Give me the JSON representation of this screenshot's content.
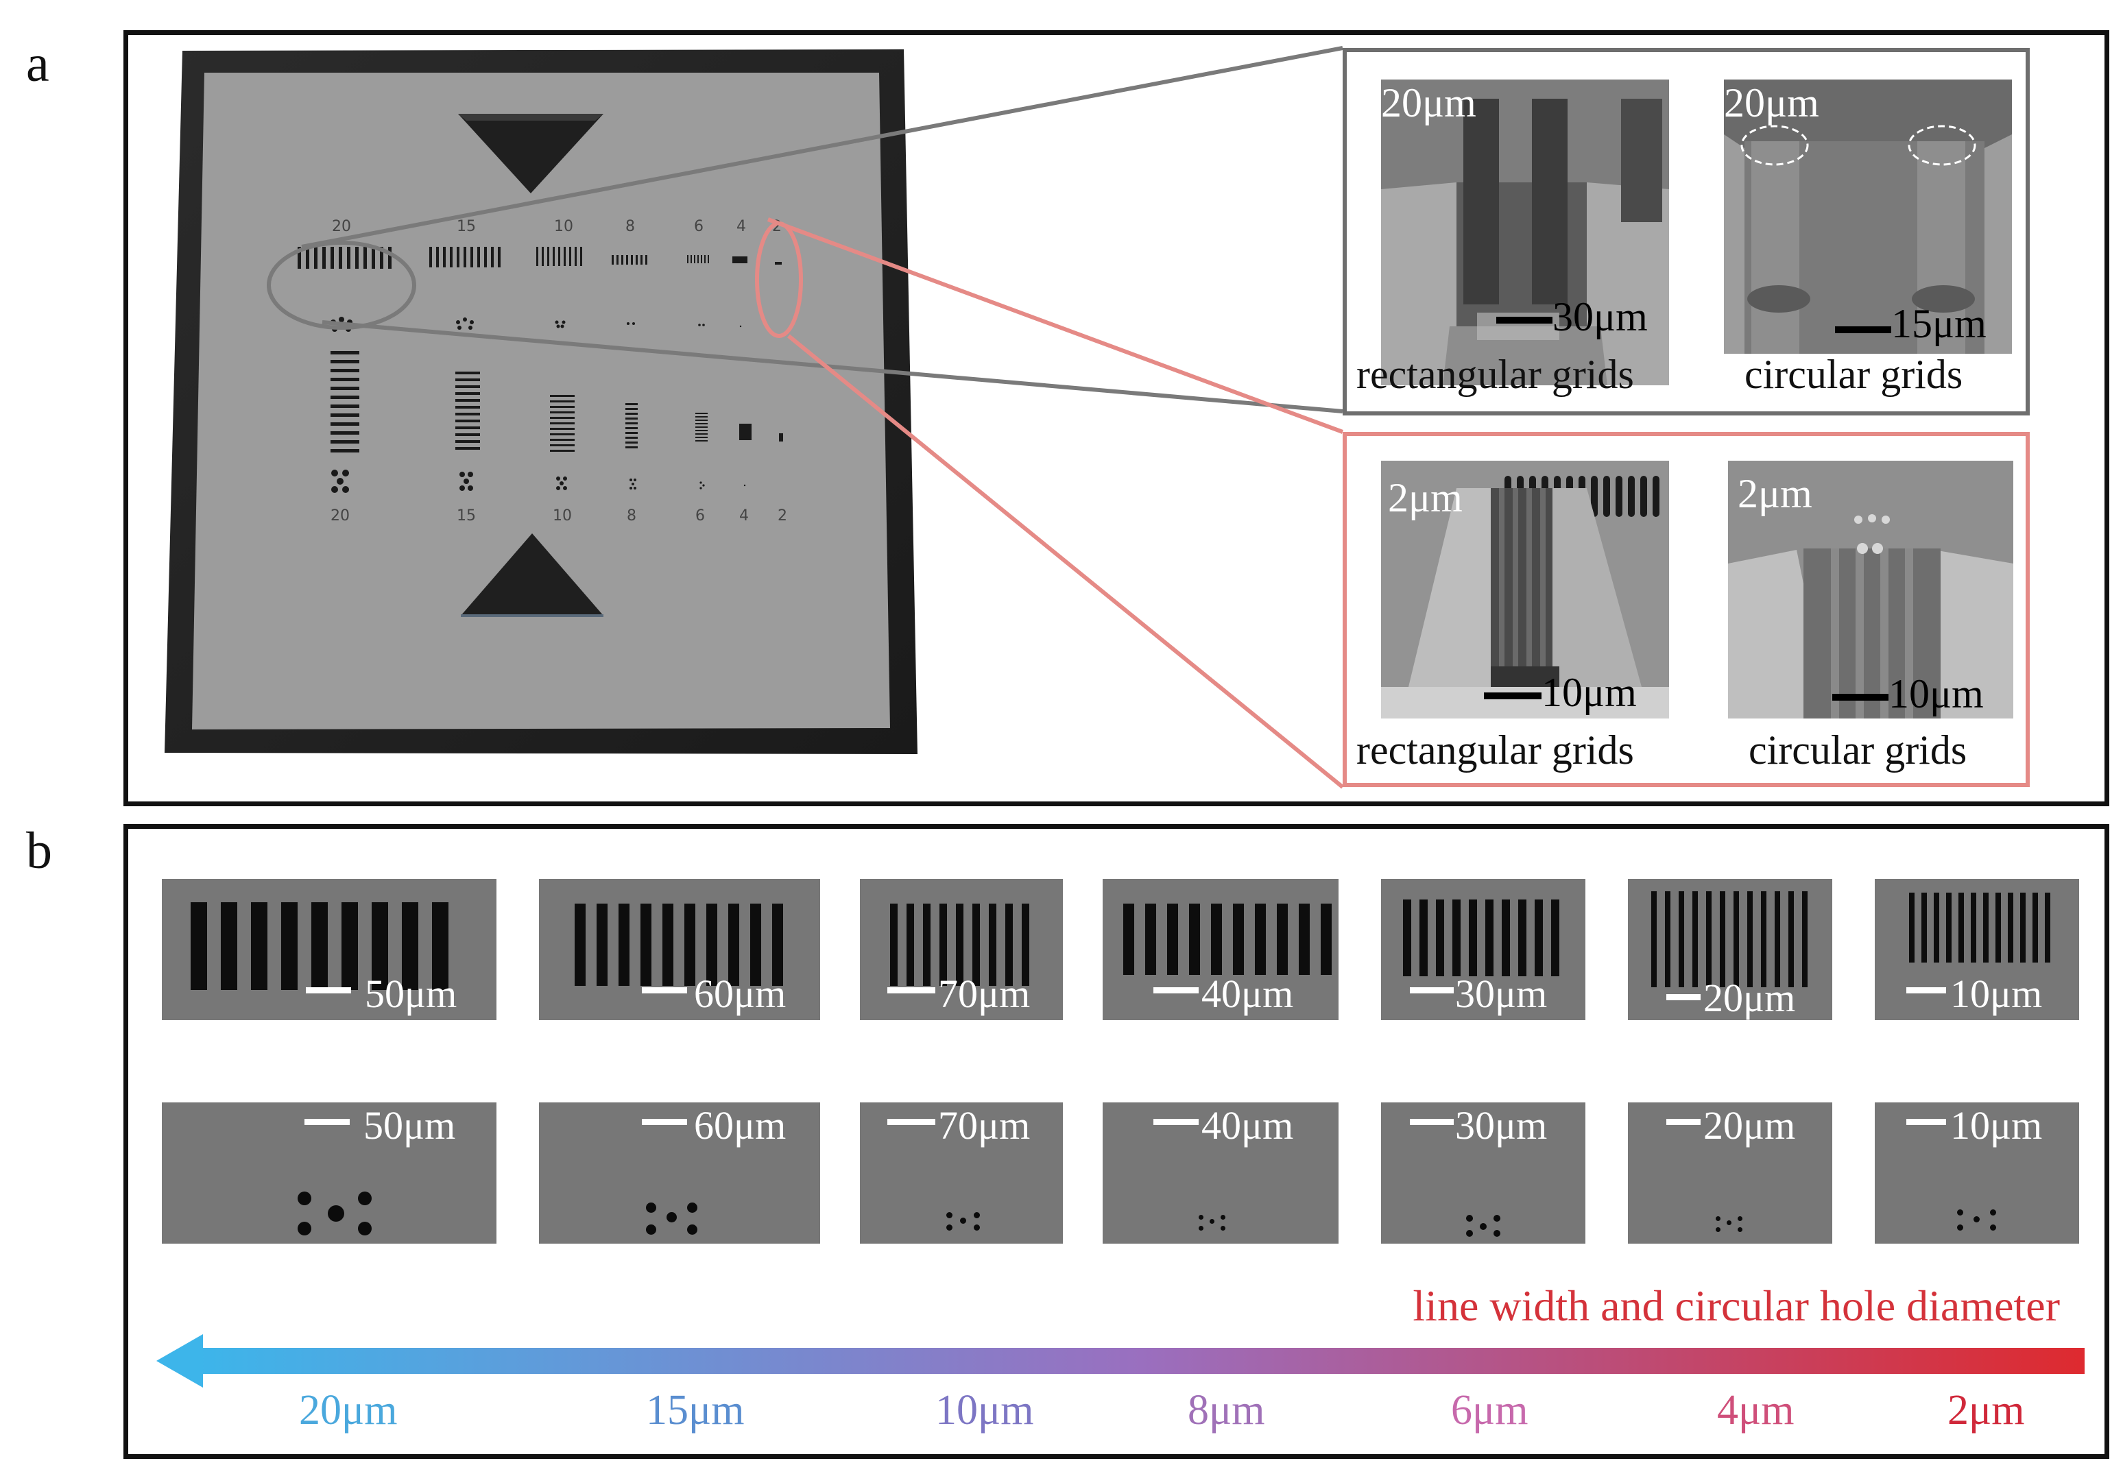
{
  "panel_a": {
    "letter": "a",
    "chip_top_numbers": [
      "20",
      "15",
      "10",
      "8",
      "6",
      "4",
      "2"
    ],
    "chip_bottom_numbers": [
      "20",
      "15",
      "10",
      "8",
      "6",
      "4",
      "2"
    ],
    "gray_inset": {
      "left": {
        "size_label": "20μm",
        "scale_label": "30μm",
        "caption": "rectangular grids"
      },
      "right": {
        "size_label": "20μm",
        "scale_label": "15μm",
        "caption": "circular grids"
      }
    },
    "red_inset": {
      "left": {
        "size_label": "2μm",
        "scale_label": "10μm",
        "caption": "rectangular grids"
      },
      "right": {
        "size_label": "2μm",
        "scale_label": "10μm",
        "caption": "circular grids"
      }
    },
    "colors": {
      "gray_frame": "#6e6e6e",
      "red_frame": "#e58a86"
    }
  },
  "panel_b": {
    "letter": "b",
    "line_cards": [
      {
        "scale": "50μm"
      },
      {
        "scale": "60μm"
      },
      {
        "scale": "70μm"
      },
      {
        "scale": "40μm"
      },
      {
        "scale": "30μm"
      },
      {
        "scale": "20μm"
      },
      {
        "scale": "10μm"
      }
    ],
    "hole_cards": [
      {
        "scale": "50μm"
      },
      {
        "scale": "60μm"
      },
      {
        "scale": "70μm"
      },
      {
        "scale": "40μm"
      },
      {
        "scale": "30μm"
      },
      {
        "scale": "20μm"
      },
      {
        "scale": "10μm"
      }
    ],
    "arrow_label": "line width and circular hole diameter",
    "gradient_labels": [
      {
        "text": "20μm",
        "color": "#4aa8dd"
      },
      {
        "text": "15μm",
        "color": "#5a8ed0"
      },
      {
        "text": "10μm",
        "color": "#7d76c4"
      },
      {
        "text": "8μm",
        "color": "#a071b8"
      },
      {
        "text": "6μm",
        "color": "#c769ac"
      },
      {
        "text": "4μm",
        "color": "#cf4f7a"
      },
      {
        "text": "2μm",
        "color": "#d0283a"
      }
    ],
    "colors": {
      "arrow_start": "#3db5ea",
      "arrow_mid": "#9a6fbf",
      "arrow_end": "#de2a2f"
    }
  }
}
